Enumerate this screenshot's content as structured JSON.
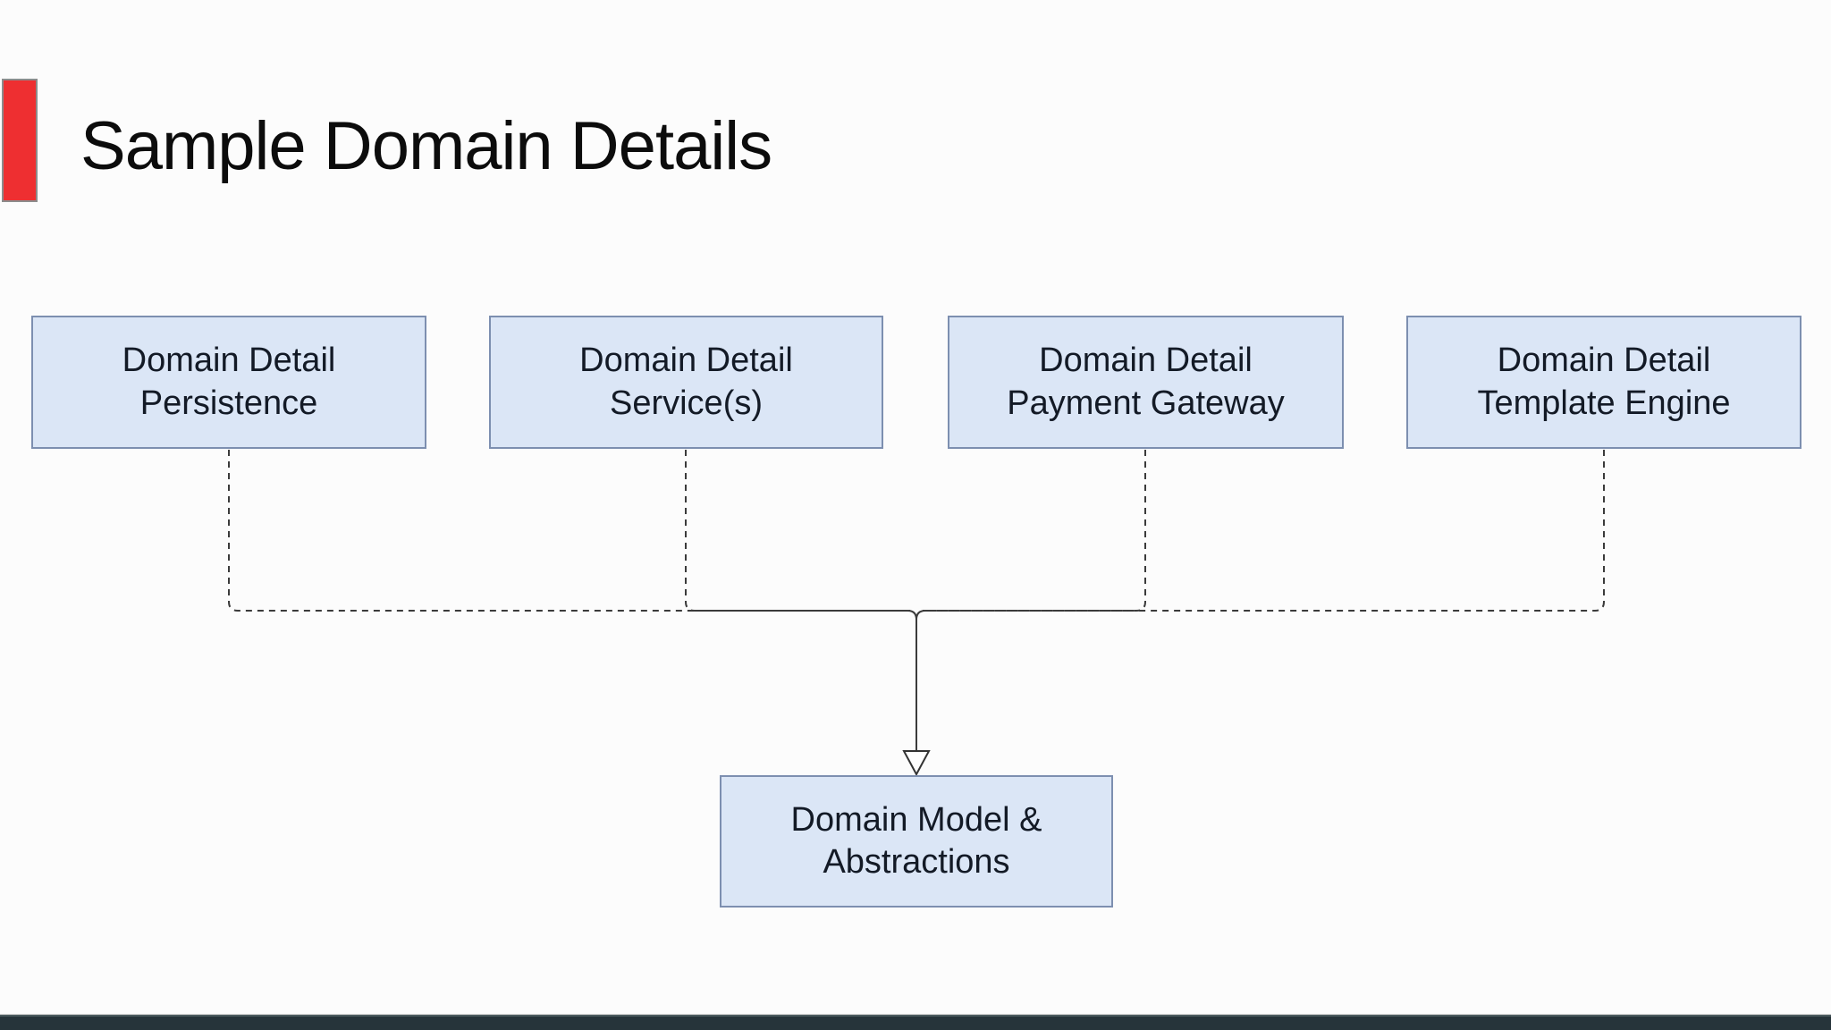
{
  "slide": {
    "title": "Sample Domain Details",
    "accent_color": "#ee2f31",
    "background_color": "#fcfcfc",
    "footer_bar_color": "#26343a"
  },
  "diagram": {
    "box_fill_color": "#dbe6f6",
    "box_border_color": "#7d8fb0",
    "connector_color": "#3b3b3b",
    "connector_style": "dashed lines merging into one solid arrow",
    "arrowhead_style": "open triangle",
    "detail_boxes": [
      {
        "line1": "Domain Detail",
        "line2": "Persistence"
      },
      {
        "line1": "Domain Detail",
        "line2": "Service(s)"
      },
      {
        "line1": "Domain Detail",
        "line2": "Payment Gateway"
      },
      {
        "line1": "Domain Detail",
        "line2": "Template Engine"
      }
    ],
    "target_box": {
      "line1": "Domain Model &",
      "line2": "Abstractions"
    },
    "edges": [
      {
        "from": "Domain Detail Persistence",
        "to": "Domain Model & Abstractions"
      },
      {
        "from": "Domain Detail Service(s)",
        "to": "Domain Model & Abstractions"
      },
      {
        "from": "Domain Detail Payment Gateway",
        "to": "Domain Model & Abstractions"
      },
      {
        "from": "Domain Detail Template Engine",
        "to": "Domain Model & Abstractions"
      }
    ]
  }
}
